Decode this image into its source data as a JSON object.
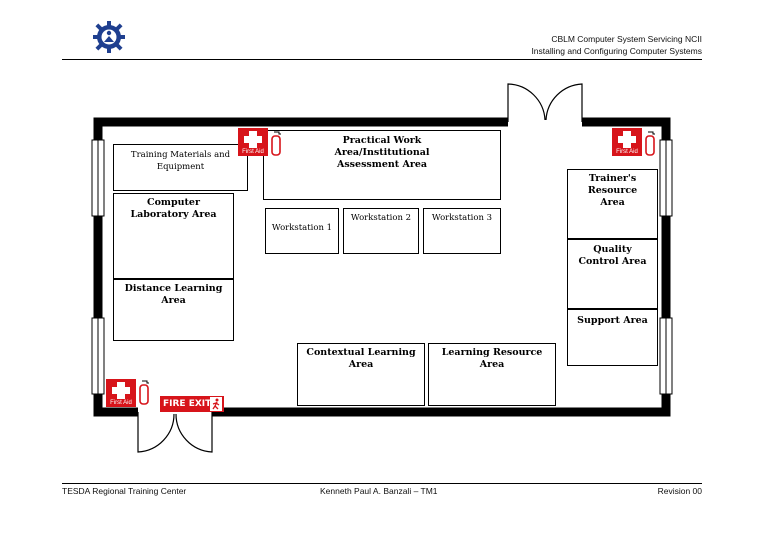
{
  "header": {
    "line1": "CBLM Computer System Servicing NCII",
    "line2": "Installing and Configuring Computer Systems"
  },
  "footer": {
    "left": "TESDA Regional Training Center",
    "center": "Kenneth Paul A. Banzali – TM1",
    "right": "Revision 00"
  },
  "floorplan": {
    "areas": {
      "training_materials": "Training Materials and Equipment",
      "practical_work": "Practical Work Area/Institutional Assessment Area",
      "computer_lab": "Computer Laboratory Area",
      "distance_learning": "Distance Learning Area",
      "workstation1": "Workstation 1",
      "workstation2": "Workstation 2",
      "workstation3": "Workstation 3",
      "trainers_resource": "Trainer's Resource Area",
      "quality_control": "Quality Control Area",
      "support": "Support Area",
      "contextual_learning": "Contextual Learning Area",
      "learning_resource": "Learning Resource Area"
    },
    "first_aid_label": "First Aid",
    "fire_exit_label": "FIRE EXIT",
    "colors": {
      "first_aid": "#d7141a",
      "fire_exit": "#d7141a",
      "wall": "#000000",
      "logo": "#1f3f8f"
    },
    "icons": [
      "first-aid-icon",
      "fire-extinguisher-icon",
      "fire-exit-sign-icon",
      "door-icon",
      "window-icon"
    ]
  }
}
